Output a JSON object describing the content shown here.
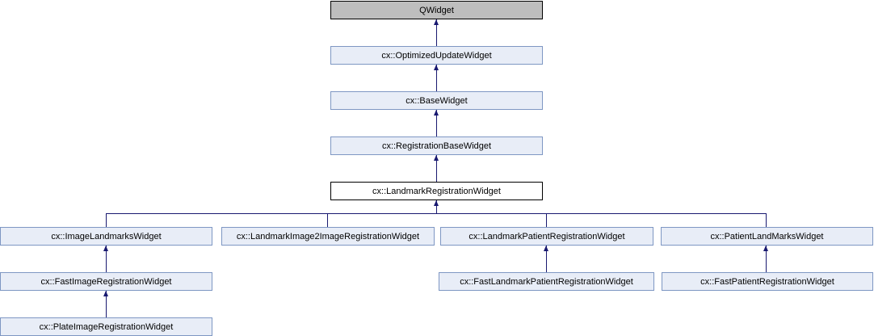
{
  "diagram": {
    "type": "class-inheritance-graph",
    "colors": {
      "background": "#FFFFFF",
      "edge": "#191970",
      "linked_node_fill": "#E8EDF7",
      "linked_node_border": "#7E97C3",
      "current_node_fill": "#FFFFFF",
      "current_node_border": "#000000",
      "external_node_fill": "#BEBEBE",
      "external_node_border": "#000000",
      "text": "#000000"
    },
    "nodes": {
      "qwidget": {
        "label": "QWidget",
        "role": "external"
      },
      "optimizedupdatewidget": {
        "label": "cx::OptimizedUpdateWidget",
        "role": "linked"
      },
      "basewidget": {
        "label": "cx::BaseWidget",
        "role": "linked"
      },
      "registrationbasewidget": {
        "label": "cx::RegistrationBaseWidget",
        "role": "linked"
      },
      "landmarkregistrationwidget": {
        "label": "cx::LandmarkRegistrationWidget",
        "role": "current"
      },
      "imagelandmarkswidget": {
        "label": "cx::ImageLandmarksWidget",
        "role": "linked"
      },
      "landmarkimage2imageregistrationwidget": {
        "label": "cx::LandmarkImage2ImageRegistrationWidget",
        "role": "linked"
      },
      "landmarkpatientregistrationwidget": {
        "label": "cx::LandmarkPatientRegistrationWidget",
        "role": "linked"
      },
      "patientlandmarkswidget": {
        "label": "cx::PatientLandMarksWidget",
        "role": "linked"
      },
      "fastimageregistrationwidget": {
        "label": "cx::FastImageRegistrationWidget",
        "role": "linked"
      },
      "fastlandmarkpatientregistrationwidget": {
        "label": "cx::FastLandmarkPatientRegistrationWidget",
        "role": "linked"
      },
      "fastpatientregistrationwidget": {
        "label": "cx::FastPatientRegistrationWidget",
        "role": "linked"
      },
      "plateimageregistrationwidget": {
        "label": "cx::PlateImageRegistrationWidget",
        "role": "linked"
      }
    },
    "edges": [
      {
        "from": "cx::OptimizedUpdateWidget",
        "to": "QWidget"
      },
      {
        "from": "cx::BaseWidget",
        "to": "cx::OptimizedUpdateWidget"
      },
      {
        "from": "cx::RegistrationBaseWidget",
        "to": "cx::BaseWidget"
      },
      {
        "from": "cx::LandmarkRegistrationWidget",
        "to": "cx::RegistrationBaseWidget"
      },
      {
        "from": "cx::ImageLandmarksWidget",
        "to": "cx::LandmarkRegistrationWidget"
      },
      {
        "from": "cx::LandmarkImage2ImageRegistrationWidget",
        "to": "cx::LandmarkRegistrationWidget"
      },
      {
        "from": "cx::LandmarkPatientRegistrationWidget",
        "to": "cx::LandmarkRegistrationWidget"
      },
      {
        "from": "cx::PatientLandMarksWidget",
        "to": "cx::LandmarkRegistrationWidget"
      },
      {
        "from": "cx::FastImageRegistrationWidget",
        "to": "cx::ImageLandmarksWidget"
      },
      {
        "from": "cx::PlateImageRegistrationWidget",
        "to": "cx::FastImageRegistrationWidget"
      },
      {
        "from": "cx::FastLandmarkPatientRegistrationWidget",
        "to": "cx::LandmarkPatientRegistrationWidget"
      },
      {
        "from": "cx::FastPatientRegistrationWidget",
        "to": "cx::PatientLandMarksWidget"
      }
    ]
  }
}
